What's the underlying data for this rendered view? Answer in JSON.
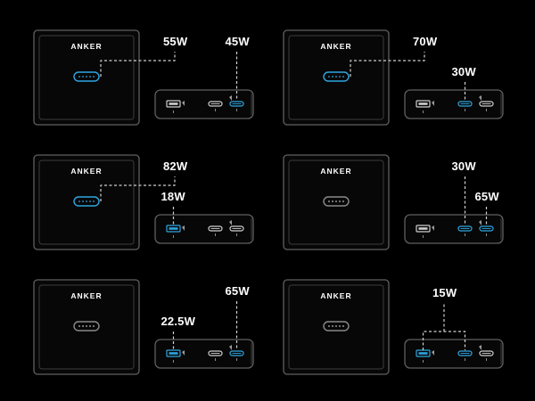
{
  "brand": "ANKER",
  "colors": {
    "background": "#000000",
    "outline": "#5f5f5f",
    "active_port": "#2fa6e0",
    "text": "#ffffff",
    "leader_line": "#d0d0d0"
  },
  "panels": [
    {
      "id": "p1",
      "brand": "ANKER",
      "power_bank_port_active": true,
      "charger_ports": {
        "usb_a": false,
        "c1": false,
        "c2": true
      },
      "labels": [
        {
          "target": "power-bank-usb-c",
          "text": "55W"
        },
        {
          "target": "charger-usb-c2",
          "text": "45W"
        }
      ]
    },
    {
      "id": "p2",
      "brand": "ANKER",
      "power_bank_port_active": true,
      "charger_ports": {
        "usb_a": false,
        "c1": true,
        "c2": false
      },
      "labels": [
        {
          "target": "power-bank-usb-c",
          "text": "70W"
        },
        {
          "target": "charger-usb-c1",
          "text": "30W"
        }
      ]
    },
    {
      "id": "p3",
      "brand": "ANKER",
      "power_bank_port_active": true,
      "charger_ports": {
        "usb_a": true,
        "c1": false,
        "c2": false
      },
      "labels": [
        {
          "target": "power-bank-usb-c",
          "text": "82W"
        },
        {
          "target": "charger-usb-a",
          "text": "18W"
        }
      ]
    },
    {
      "id": "p4",
      "brand": "ANKER",
      "power_bank_port_active": false,
      "charger_ports": {
        "usb_a": false,
        "c1": true,
        "c2": true
      },
      "labels": [
        {
          "target": "charger-usb-c1",
          "text": "30W"
        },
        {
          "target": "charger-usb-c2",
          "text": "65W"
        }
      ]
    },
    {
      "id": "p5",
      "brand": "ANKER",
      "power_bank_port_active": false,
      "charger_ports": {
        "usb_a": true,
        "c1": false,
        "c2": true
      },
      "labels": [
        {
          "target": "charger-usb-c2",
          "text": "65W"
        },
        {
          "target": "charger-usb-a",
          "text": "22.5W"
        }
      ]
    },
    {
      "id": "p6",
      "brand": "ANKER",
      "power_bank_port_active": false,
      "charger_ports": {
        "usb_a": true,
        "c1": true,
        "c2": false
      },
      "labels": [
        {
          "target": "charger-usb-a-and-c1-shared",
          "text": "15W"
        }
      ]
    }
  ]
}
